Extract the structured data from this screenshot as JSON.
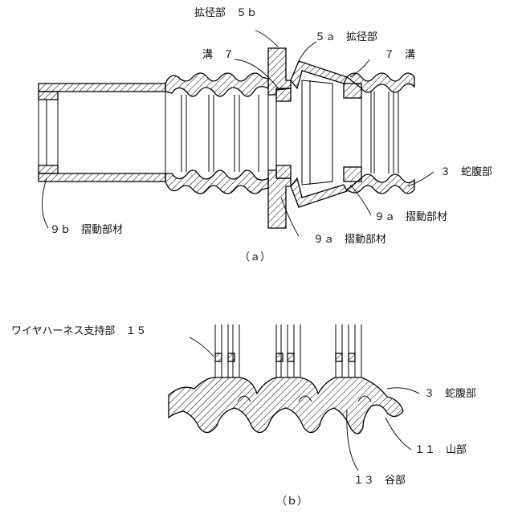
{
  "figure_a": {
    "caption": "（ａ）",
    "labels": {
      "enlarged_5b": "拡径部　５ｂ",
      "enlarged_5a": "５ａ　拡径部",
      "groove_left": "溝　７",
      "groove_right": "７　溝",
      "bellows": "３　蛇腹部",
      "slide_9a_right": "９ａ　摺動部材",
      "slide_9a_bottom": "９ａ　摺動部材",
      "slide_9b": "９ｂ　摺動部材"
    }
  },
  "figure_b": {
    "caption": "（ｂ）",
    "labels": {
      "wire_support": "ワイヤハーネス支持部　１５",
      "bellows": "３　蛇腹部",
      "crest": "１１　山部",
      "valley": "１３　谷部"
    }
  }
}
